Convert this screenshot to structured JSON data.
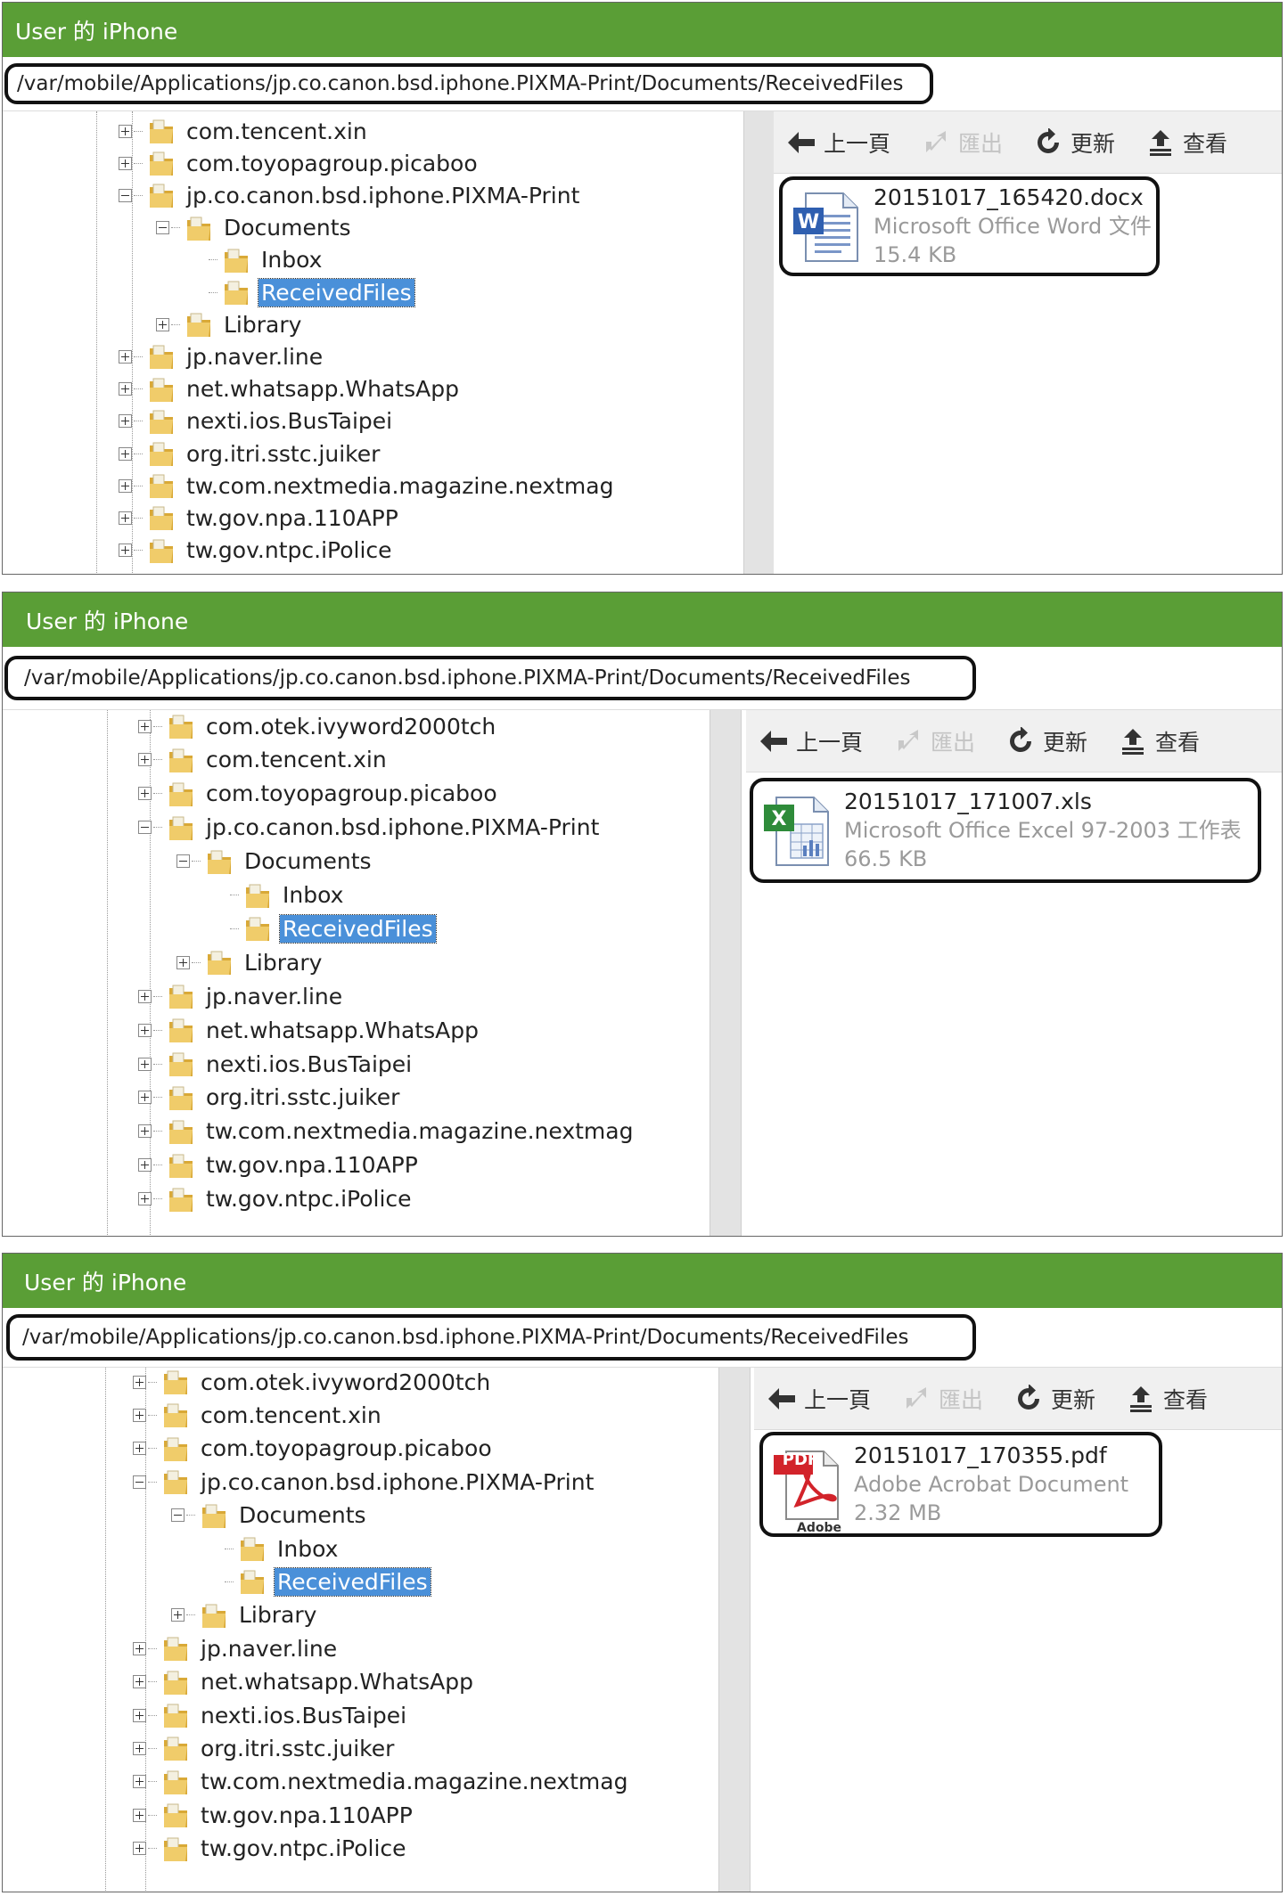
{
  "panels": [
    {
      "title": "User 的 iPhone",
      "path": "/var/mobile/Applications/jp.co.canon.bsd.iphone.PIXMA-Print/Documents/ReceivedFiles",
      "toolbar": {
        "back": "上一頁",
        "export": "匯出",
        "refresh": "更新",
        "view": "查看"
      },
      "tree": [
        {
          "label": "com.tencent.xin",
          "level": 0,
          "toggle": "plus"
        },
        {
          "label": "com.toyopagroup.picaboo",
          "level": 0,
          "toggle": "plus"
        },
        {
          "label": "jp.co.canon.bsd.iphone.PIXMA-Print",
          "level": 0,
          "toggle": "minus"
        },
        {
          "label": "Documents",
          "level": 1,
          "toggle": "minus"
        },
        {
          "label": "Inbox",
          "level": 2,
          "toggle": "none"
        },
        {
          "label": "ReceivedFiles",
          "level": 2,
          "toggle": "none",
          "selected": true
        },
        {
          "label": "Library",
          "level": 1,
          "toggle": "plus"
        },
        {
          "label": "jp.naver.line",
          "level": 0,
          "toggle": "plus"
        },
        {
          "label": "net.whatsapp.WhatsApp",
          "level": 0,
          "toggle": "plus"
        },
        {
          "label": "nexti.ios.BusTaipei",
          "level": 0,
          "toggle": "plus"
        },
        {
          "label": "org.itri.sstc.juiker",
          "level": 0,
          "toggle": "plus"
        },
        {
          "label": "tw.com.nextmedia.magazine.nextmag",
          "level": 0,
          "toggle": "plus"
        },
        {
          "label": "tw.gov.npa.110APP",
          "level": 0,
          "toggle": "plus"
        },
        {
          "label": "tw.gov.ntpc.iPolice",
          "level": 0,
          "toggle": "plus"
        }
      ],
      "file": {
        "name": "20151017_165420.docx",
        "type": "Microsoft Office Word 文件",
        "size": "15.4 KB",
        "icon": "word-document-icon"
      }
    },
    {
      "title": "User 的 iPhone",
      "path": "/var/mobile/Applications/jp.co.canon.bsd.iphone.PIXMA-Print/Documents/ReceivedFiles",
      "toolbar": {
        "back": "上一頁",
        "export": "匯出",
        "refresh": "更新",
        "view": "查看"
      },
      "tree": [
        {
          "label": "com.otek.ivyword2000tch",
          "level": 0,
          "toggle": "plus"
        },
        {
          "label": "com.tencent.xin",
          "level": 0,
          "toggle": "plus"
        },
        {
          "label": "com.toyopagroup.picaboo",
          "level": 0,
          "toggle": "plus"
        },
        {
          "label": "jp.co.canon.bsd.iphone.PIXMA-Print",
          "level": 0,
          "toggle": "minus"
        },
        {
          "label": "Documents",
          "level": 1,
          "toggle": "minus"
        },
        {
          "label": "Inbox",
          "level": 2,
          "toggle": "none"
        },
        {
          "label": "ReceivedFiles",
          "level": 2,
          "toggle": "none",
          "selected": true
        },
        {
          "label": "Library",
          "level": 1,
          "toggle": "plus"
        },
        {
          "label": "jp.naver.line",
          "level": 0,
          "toggle": "plus"
        },
        {
          "label": "net.whatsapp.WhatsApp",
          "level": 0,
          "toggle": "plus"
        },
        {
          "label": "nexti.ios.BusTaipei",
          "level": 0,
          "toggle": "plus"
        },
        {
          "label": "org.itri.sstc.juiker",
          "level": 0,
          "toggle": "plus"
        },
        {
          "label": "tw.com.nextmedia.magazine.nextmag",
          "level": 0,
          "toggle": "plus"
        },
        {
          "label": "tw.gov.npa.110APP",
          "level": 0,
          "toggle": "plus"
        },
        {
          "label": "tw.gov.ntpc.iPolice",
          "level": 0,
          "toggle": "plus"
        }
      ],
      "file": {
        "name": "20151017_171007.xls",
        "type": "Microsoft Office Excel 97-2003 工作表",
        "size": "66.5 KB",
        "icon": "excel-sheet-icon"
      }
    },
    {
      "title": "User 的 iPhone",
      "path": "/var/mobile/Applications/jp.co.canon.bsd.iphone.PIXMA-Print/Documents/ReceivedFiles",
      "toolbar": {
        "back": "上一頁",
        "export": "匯出",
        "refresh": "更新",
        "view": "查看"
      },
      "tree": [
        {
          "label": "com.otek.ivyword2000tch",
          "level": 0,
          "toggle": "plus"
        },
        {
          "label": "com.tencent.xin",
          "level": 0,
          "toggle": "plus"
        },
        {
          "label": "com.toyopagroup.picaboo",
          "level": 0,
          "toggle": "plus"
        },
        {
          "label": "jp.co.canon.bsd.iphone.PIXMA-Print",
          "level": 0,
          "toggle": "minus"
        },
        {
          "label": "Documents",
          "level": 1,
          "toggle": "minus"
        },
        {
          "label": "Inbox",
          "level": 2,
          "toggle": "none"
        },
        {
          "label": "ReceivedFiles",
          "level": 2,
          "toggle": "none",
          "selected": true
        },
        {
          "label": "Library",
          "level": 1,
          "toggle": "plus"
        },
        {
          "label": "jp.naver.line",
          "level": 0,
          "toggle": "plus"
        },
        {
          "label": "net.whatsapp.WhatsApp",
          "level": 0,
          "toggle": "plus"
        },
        {
          "label": "nexti.ios.BusTaipei",
          "level": 0,
          "toggle": "plus"
        },
        {
          "label": "org.itri.sstc.juiker",
          "level": 0,
          "toggle": "plus"
        },
        {
          "label": "tw.com.nextmedia.magazine.nextmag",
          "level": 0,
          "toggle": "plus"
        },
        {
          "label": "tw.gov.npa.110APP",
          "level": 0,
          "toggle": "plus"
        },
        {
          "label": "tw.gov.ntpc.iPolice",
          "level": 0,
          "toggle": "plus"
        }
      ],
      "file": {
        "name": "20151017_170355.pdf",
        "type": "Adobe Acrobat Document",
        "size": "2.32 MB",
        "icon": "pdf-document-icon",
        "badge": "PDF",
        "brand": "Adobe"
      }
    }
  ],
  "colors": {
    "titlebar": "#5a9e36",
    "selection": "#4a90d9",
    "folder": "#e8c35a"
  }
}
